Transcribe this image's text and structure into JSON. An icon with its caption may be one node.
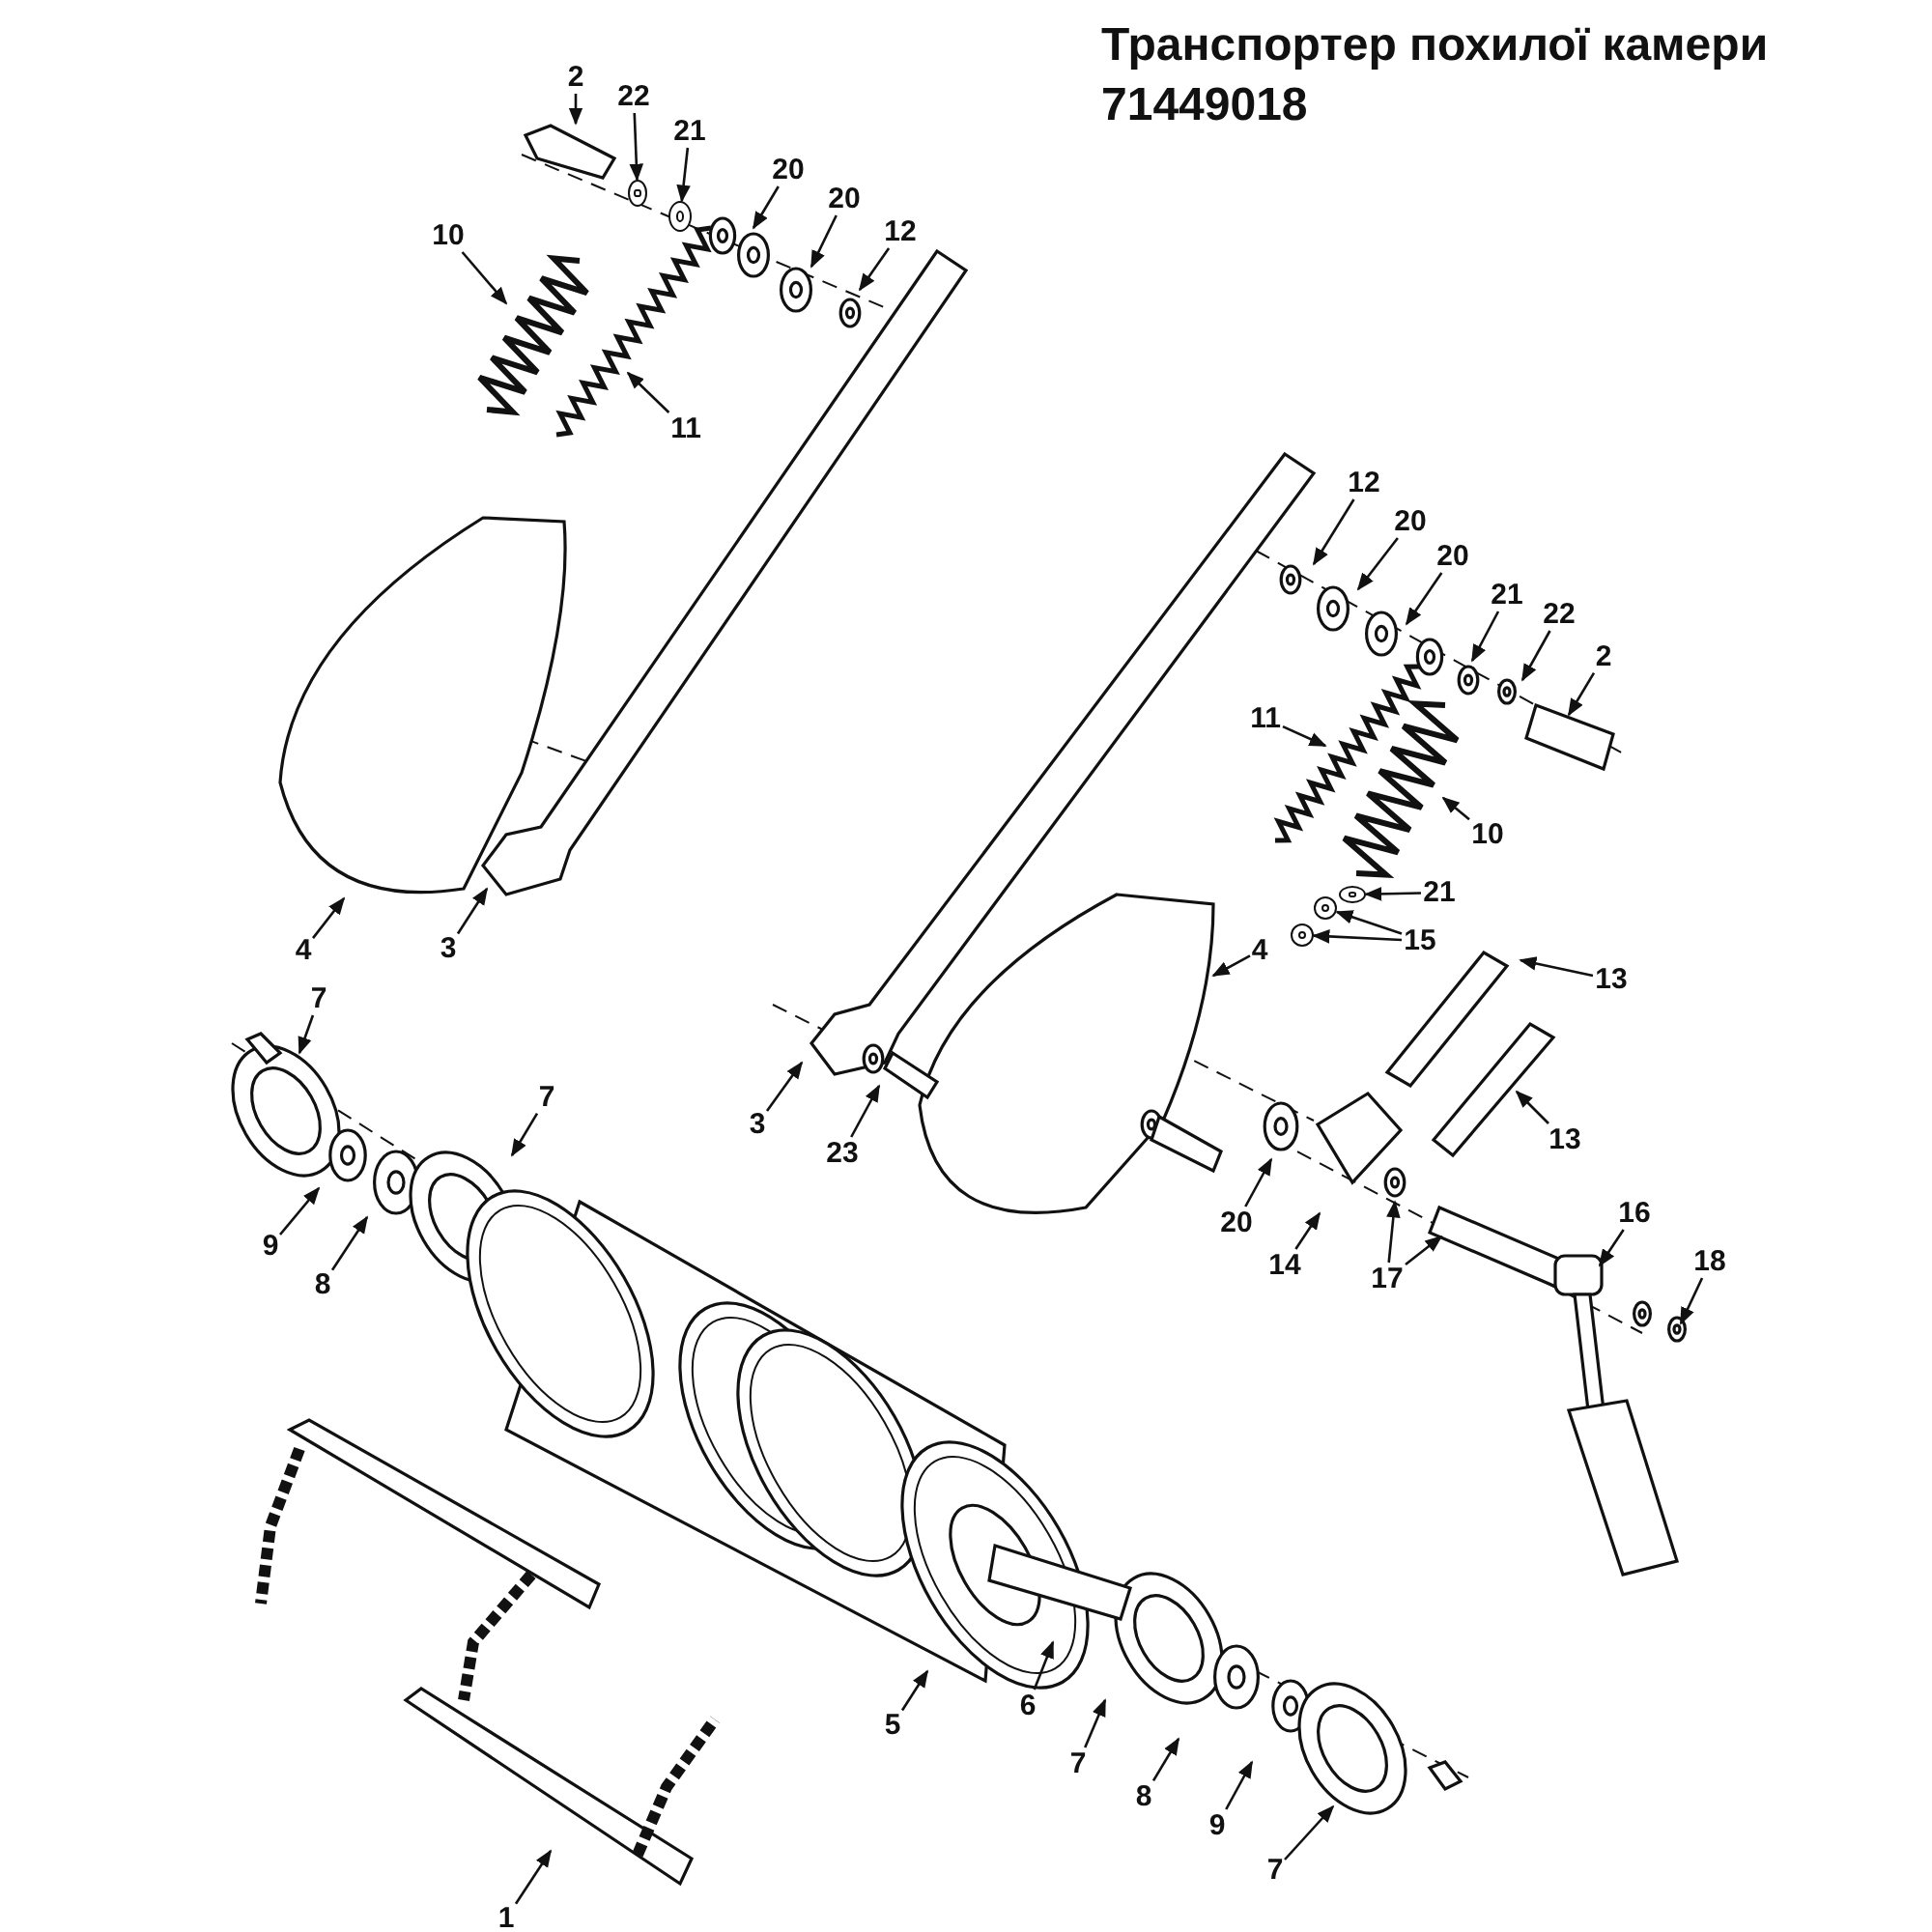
{
  "diagram": {
    "title": "Транспортер похилої камери 71449018",
    "nodes": [
      {
        "text": [
          "2"
        ]
      },
      {
        "text": [
          "22"
        ]
      },
      {
        "text": [
          "21"
        ]
      },
      {
        "text": [
          "20"
        ]
      },
      {
        "text": [
          "20"
        ]
      },
      {
        "text": [
          "12"
        ]
      },
      {
        "text": [
          "10"
        ]
      },
      {
        "text": [
          "11"
        ]
      },
      {
        "text": [
          "12"
        ]
      },
      {
        "text": [
          "20"
        ]
      },
      {
        "text": [
          "20"
        ]
      },
      {
        "text": [
          "21"
        ]
      },
      {
        "text": [
          "22"
        ]
      },
      {
        "text": [
          "2"
        ]
      },
      {
        "text": [
          "11"
        ]
      },
      {
        "text": [
          "10"
        ]
      },
      {
        "text": [
          "21"
        ]
      },
      {
        "text": [
          "15"
        ]
      },
      {
        "text": [
          "4"
        ]
      },
      {
        "text": [
          "13"
        ]
      },
      {
        "text": [
          "4"
        ]
      },
      {
        "text": [
          "3"
        ]
      },
      {
        "text": [
          "7"
        ]
      },
      {
        "text": [
          "7"
        ]
      },
      {
        "text": [
          "9"
        ]
      },
      {
        "text": [
          "8"
        ]
      },
      {
        "text": [
          "3"
        ]
      },
      {
        "text": [
          "23"
        ]
      },
      {
        "text": [
          "20"
        ]
      },
      {
        "text": [
          "14"
        ]
      },
      {
        "text": [
          "17"
        ]
      },
      {
        "text": [
          "13"
        ]
      },
      {
        "text": [
          "16"
        ]
      },
      {
        "text": [
          "18"
        ]
      },
      {
        "text": [
          "5"
        ]
      },
      {
        "text": [
          "6"
        ]
      },
      {
        "text": [
          "7"
        ]
      },
      {
        "text": [
          "8"
        ]
      },
      {
        "text": [
          "9"
        ]
      },
      {
        "text": [
          "7"
        ]
      },
      {
        "text": [
          "1"
        ]
      },
      {
        "text": [],
        "shape": "circle"
      },
      {
        "text": [],
        "shape": "circle"
      },
      {
        "text": [],
        "shape": "circle"
      },
      {
        "text": [],
        "shape": "circle"
      },
      {
        "text": [],
        "shape": "circle"
      }
    ],
    "edges": [
      {
        "from": 0,
        "to": null,
        "arrow": "to"
      },
      {
        "from": 1,
        "to": 41,
        "arrow": "to"
      },
      {
        "from": 2,
        "to": 44,
        "arrow": "to"
      },
      {
        "from": 3,
        "to": null,
        "arrow": "to"
      },
      {
        "from": 4,
        "to": null,
        "arrow": "to"
      },
      {
        "from": 5,
        "to": null,
        "arrow": "to"
      },
      {
        "from": 6,
        "to": null,
        "arrow": "to"
      },
      {
        "from": 7,
        "to": null,
        "arrow": "to"
      },
      {
        "from": 8,
        "to": null,
        "arrow": "to"
      },
      {
        "from": 9,
        "to": null,
        "arrow": "to"
      },
      {
        "from": 10,
        "to": null,
        "arrow": "to"
      },
      {
        "from": 11,
        "to": null,
        "arrow": "to"
      },
      {
        "from": 12,
        "to": null,
        "arrow": "to"
      },
      {
        "from": 13,
        "to": null,
        "arrow": "to"
      },
      {
        "from": 14,
        "to": null,
        "arrow": "to"
      },
      {
        "from": 15,
        "to": null,
        "arrow": "to"
      },
      {
        "from": 16,
        "to": 45,
        "arrow": "to"
      },
      {
        "from": 17,
        "to": 42,
        "arrow": "to"
      },
      {
        "from": 17,
        "to": 43,
        "arrow": "to"
      },
      {
        "from": 18,
        "to": null,
        "arrow": "to"
      },
      {
        "from": 19,
        "to": null,
        "arrow": "to"
      },
      {
        "from": 20,
        "to": null,
        "arrow": "to"
      },
      {
        "from": 21,
        "to": null,
        "arrow": "to"
      },
      {
        "from": 22,
        "to": null,
        "arrow": "to"
      },
      {
        "from": 23,
        "to": null,
        "arrow": "to"
      },
      {
        "from": 24,
        "to": null,
        "arrow": "to"
      },
      {
        "from": 25,
        "to": null,
        "arrow": "to"
      },
      {
        "from": 26,
        "to": null,
        "arrow": "to"
      },
      {
        "from": 27,
        "to": null,
        "arrow": "to"
      },
      {
        "from": 28,
        "to": null,
        "arrow": "to"
      },
      {
        "from": 29,
        "to": null,
        "arrow": "to"
      },
      {
        "from": 30,
        "to": null,
        "arrow": "to"
      },
      {
        "from": 30,
        "to": null,
        "arrow": "to"
      },
      {
        "from": 31,
        "to": null,
        "arrow": "to"
      },
      {
        "from": 32,
        "to": null,
        "arrow": "to"
      },
      {
        "from": 33,
        "to": null,
        "arrow": "to"
      },
      {
        "from": 34,
        "to": null,
        "arrow": "to"
      },
      {
        "from": 35,
        "to": null,
        "arrow": "to"
      },
      {
        "from": 36,
        "to": null,
        "arrow": "to"
      },
      {
        "from": 37,
        "to": null,
        "arrow": "to"
      },
      {
        "from": 38,
        "to": null,
        "arrow": "to"
      },
      {
        "from": 39,
        "to": null,
        "arrow": "to"
      },
      {
        "from": 40,
        "to": null,
        "arrow": "to"
      }
    ]
  }
}
